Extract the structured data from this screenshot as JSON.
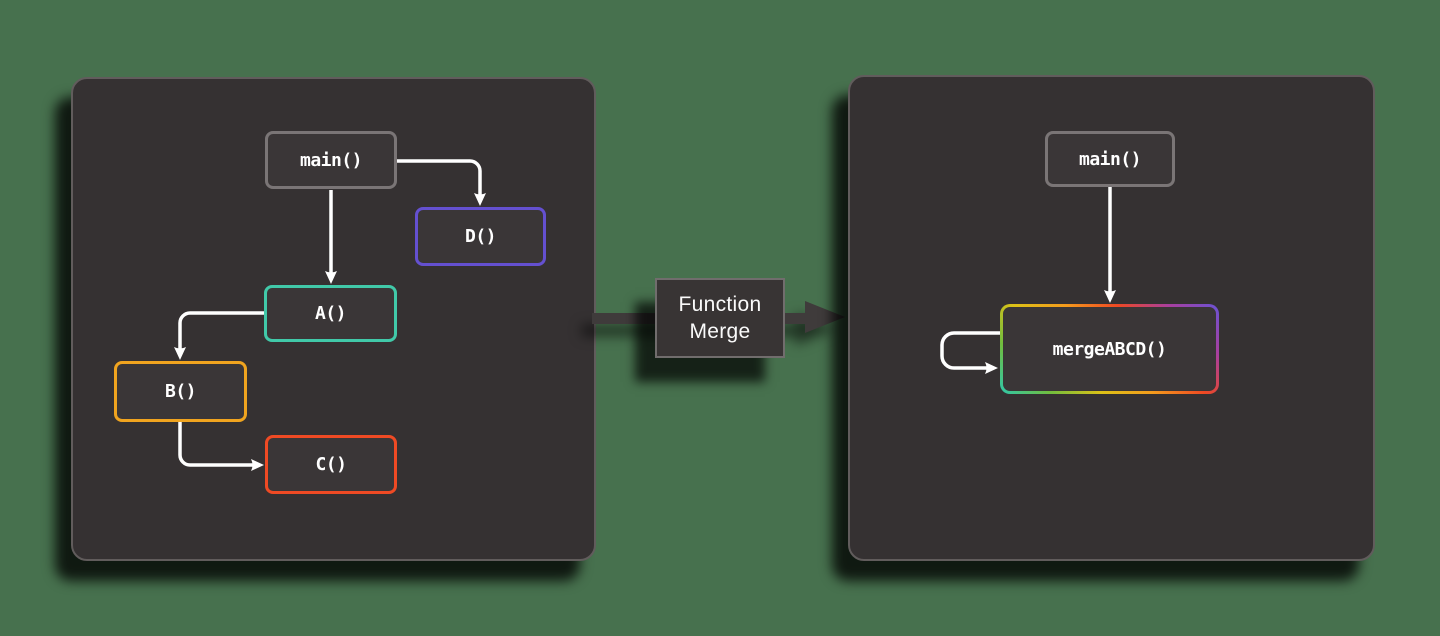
{
  "background_color": "#47714e",
  "edge_color": "#ffffff",
  "panels": {
    "left": {
      "description": "call graph before merge",
      "nodes": [
        {
          "id": "main",
          "label": "main()",
          "border_color": "#7a7576"
        },
        {
          "id": "D",
          "label": "D()",
          "border_color": "#6450d0"
        },
        {
          "id": "A",
          "label": "A()",
          "border_color": "#41c9a9"
        },
        {
          "id": "B",
          "label": "B()",
          "border_color": "#f0a41f"
        },
        {
          "id": "C",
          "label": "C()",
          "border_color": "#ef4a24"
        }
      ],
      "edges": [
        {
          "from": "main",
          "to": "A"
        },
        {
          "from": "main",
          "to": "D"
        },
        {
          "from": "A",
          "to": "B"
        },
        {
          "from": "B",
          "to": "C"
        }
      ]
    },
    "connector": {
      "label": "Function Merge",
      "arrow_color": "#3f3b3b"
    },
    "right": {
      "description": "call graph after merge",
      "nodes": [
        {
          "id": "main",
          "label": "main()",
          "border_color": "#7a7576"
        },
        {
          "id": "mergeABCD",
          "label": "mergeABCD()",
          "gradient_colors": [
            "#2fc7ac",
            "#71bd3e",
            "#ddc117",
            "#f49b1d",
            "#ee4823",
            "#a93f9e",
            "#6953d6"
          ]
        }
      ],
      "edges": [
        {
          "from": "main",
          "to": "mergeABCD"
        },
        {
          "from": "mergeABCD",
          "to": "mergeABCD",
          "type": "self-loop"
        }
      ]
    }
  }
}
